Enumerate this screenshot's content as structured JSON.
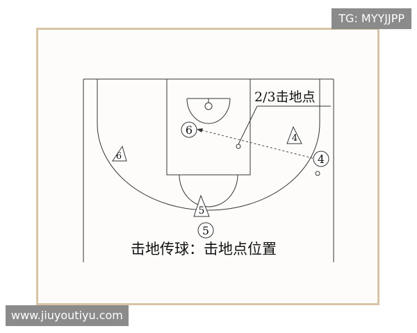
{
  "tags": {
    "top": "TG: MYYJJPP",
    "bottom": "www.jiuyoutiyu.com"
  },
  "diagram": {
    "pass_label": "2/3击地点",
    "caption": "击地传球：击地点位置",
    "players": [
      {
        "id": "p6",
        "number": "6",
        "marker": "circle"
      },
      {
        "id": "p4",
        "number": "4",
        "marker": "circle"
      },
      {
        "id": "p5",
        "number": "5",
        "marker": "circle"
      }
    ],
    "defenders": [
      {
        "id": "d6",
        "number": "6",
        "marker": "triangle"
      },
      {
        "id": "d4",
        "number": "4",
        "marker": "triangle"
      },
      {
        "id": "d5",
        "number": "5",
        "marker": "triangle"
      }
    ],
    "colors": {
      "lines": "#333333",
      "frame": "#d8c3a5",
      "tag_bg": "#8b8b8b"
    }
  }
}
